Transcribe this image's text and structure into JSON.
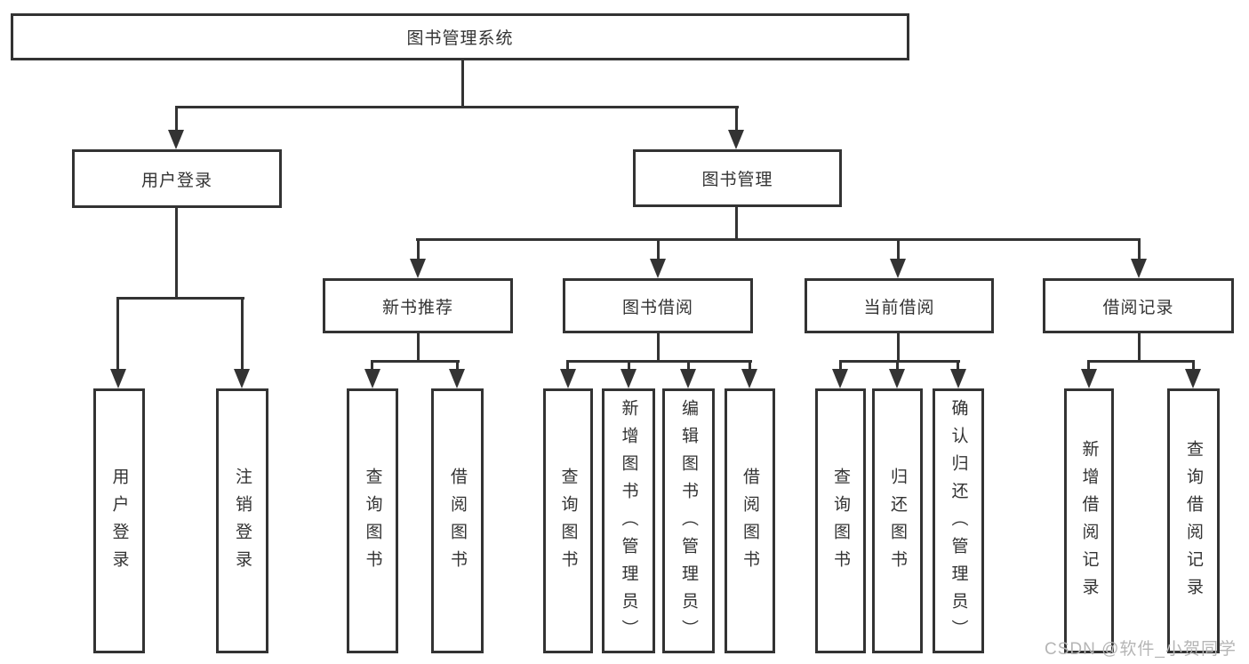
{
  "diagram": {
    "root": {
      "label": "图书管理系统"
    },
    "level2": [
      {
        "label": "用户登录"
      },
      {
        "label": "图书管理"
      }
    ],
    "level3": [
      {
        "label": "新书推荐"
      },
      {
        "label": "图书借阅"
      },
      {
        "label": "当前借阅"
      },
      {
        "label": "借阅记录"
      }
    ],
    "leaves": {
      "user_login": [
        {
          "label": "用户登录"
        },
        {
          "label": "注销登录"
        }
      ],
      "new_book": [
        {
          "label": "查询图书"
        },
        {
          "label": "借阅图书"
        }
      ],
      "book_borrow": [
        {
          "label": "查询图书"
        },
        {
          "label": "新增图书（管理员）"
        },
        {
          "label": "编辑图书（管理员）"
        },
        {
          "label": "借阅图书"
        }
      ],
      "current_borrow": [
        {
          "label": "查询图书"
        },
        {
          "label": "归还图书"
        },
        {
          "label": "确认归还（管理员）"
        }
      ],
      "borrow_record": [
        {
          "label": "新增借阅记录"
        },
        {
          "label": "查询借阅记录"
        }
      ]
    },
    "colors": {
      "line": "#333333",
      "text": "#333333",
      "box_background": "#ffffff",
      "watermark": "#b5b5b5"
    }
  },
  "watermark": {
    "text": "CSDN @软件_小贺同学"
  }
}
